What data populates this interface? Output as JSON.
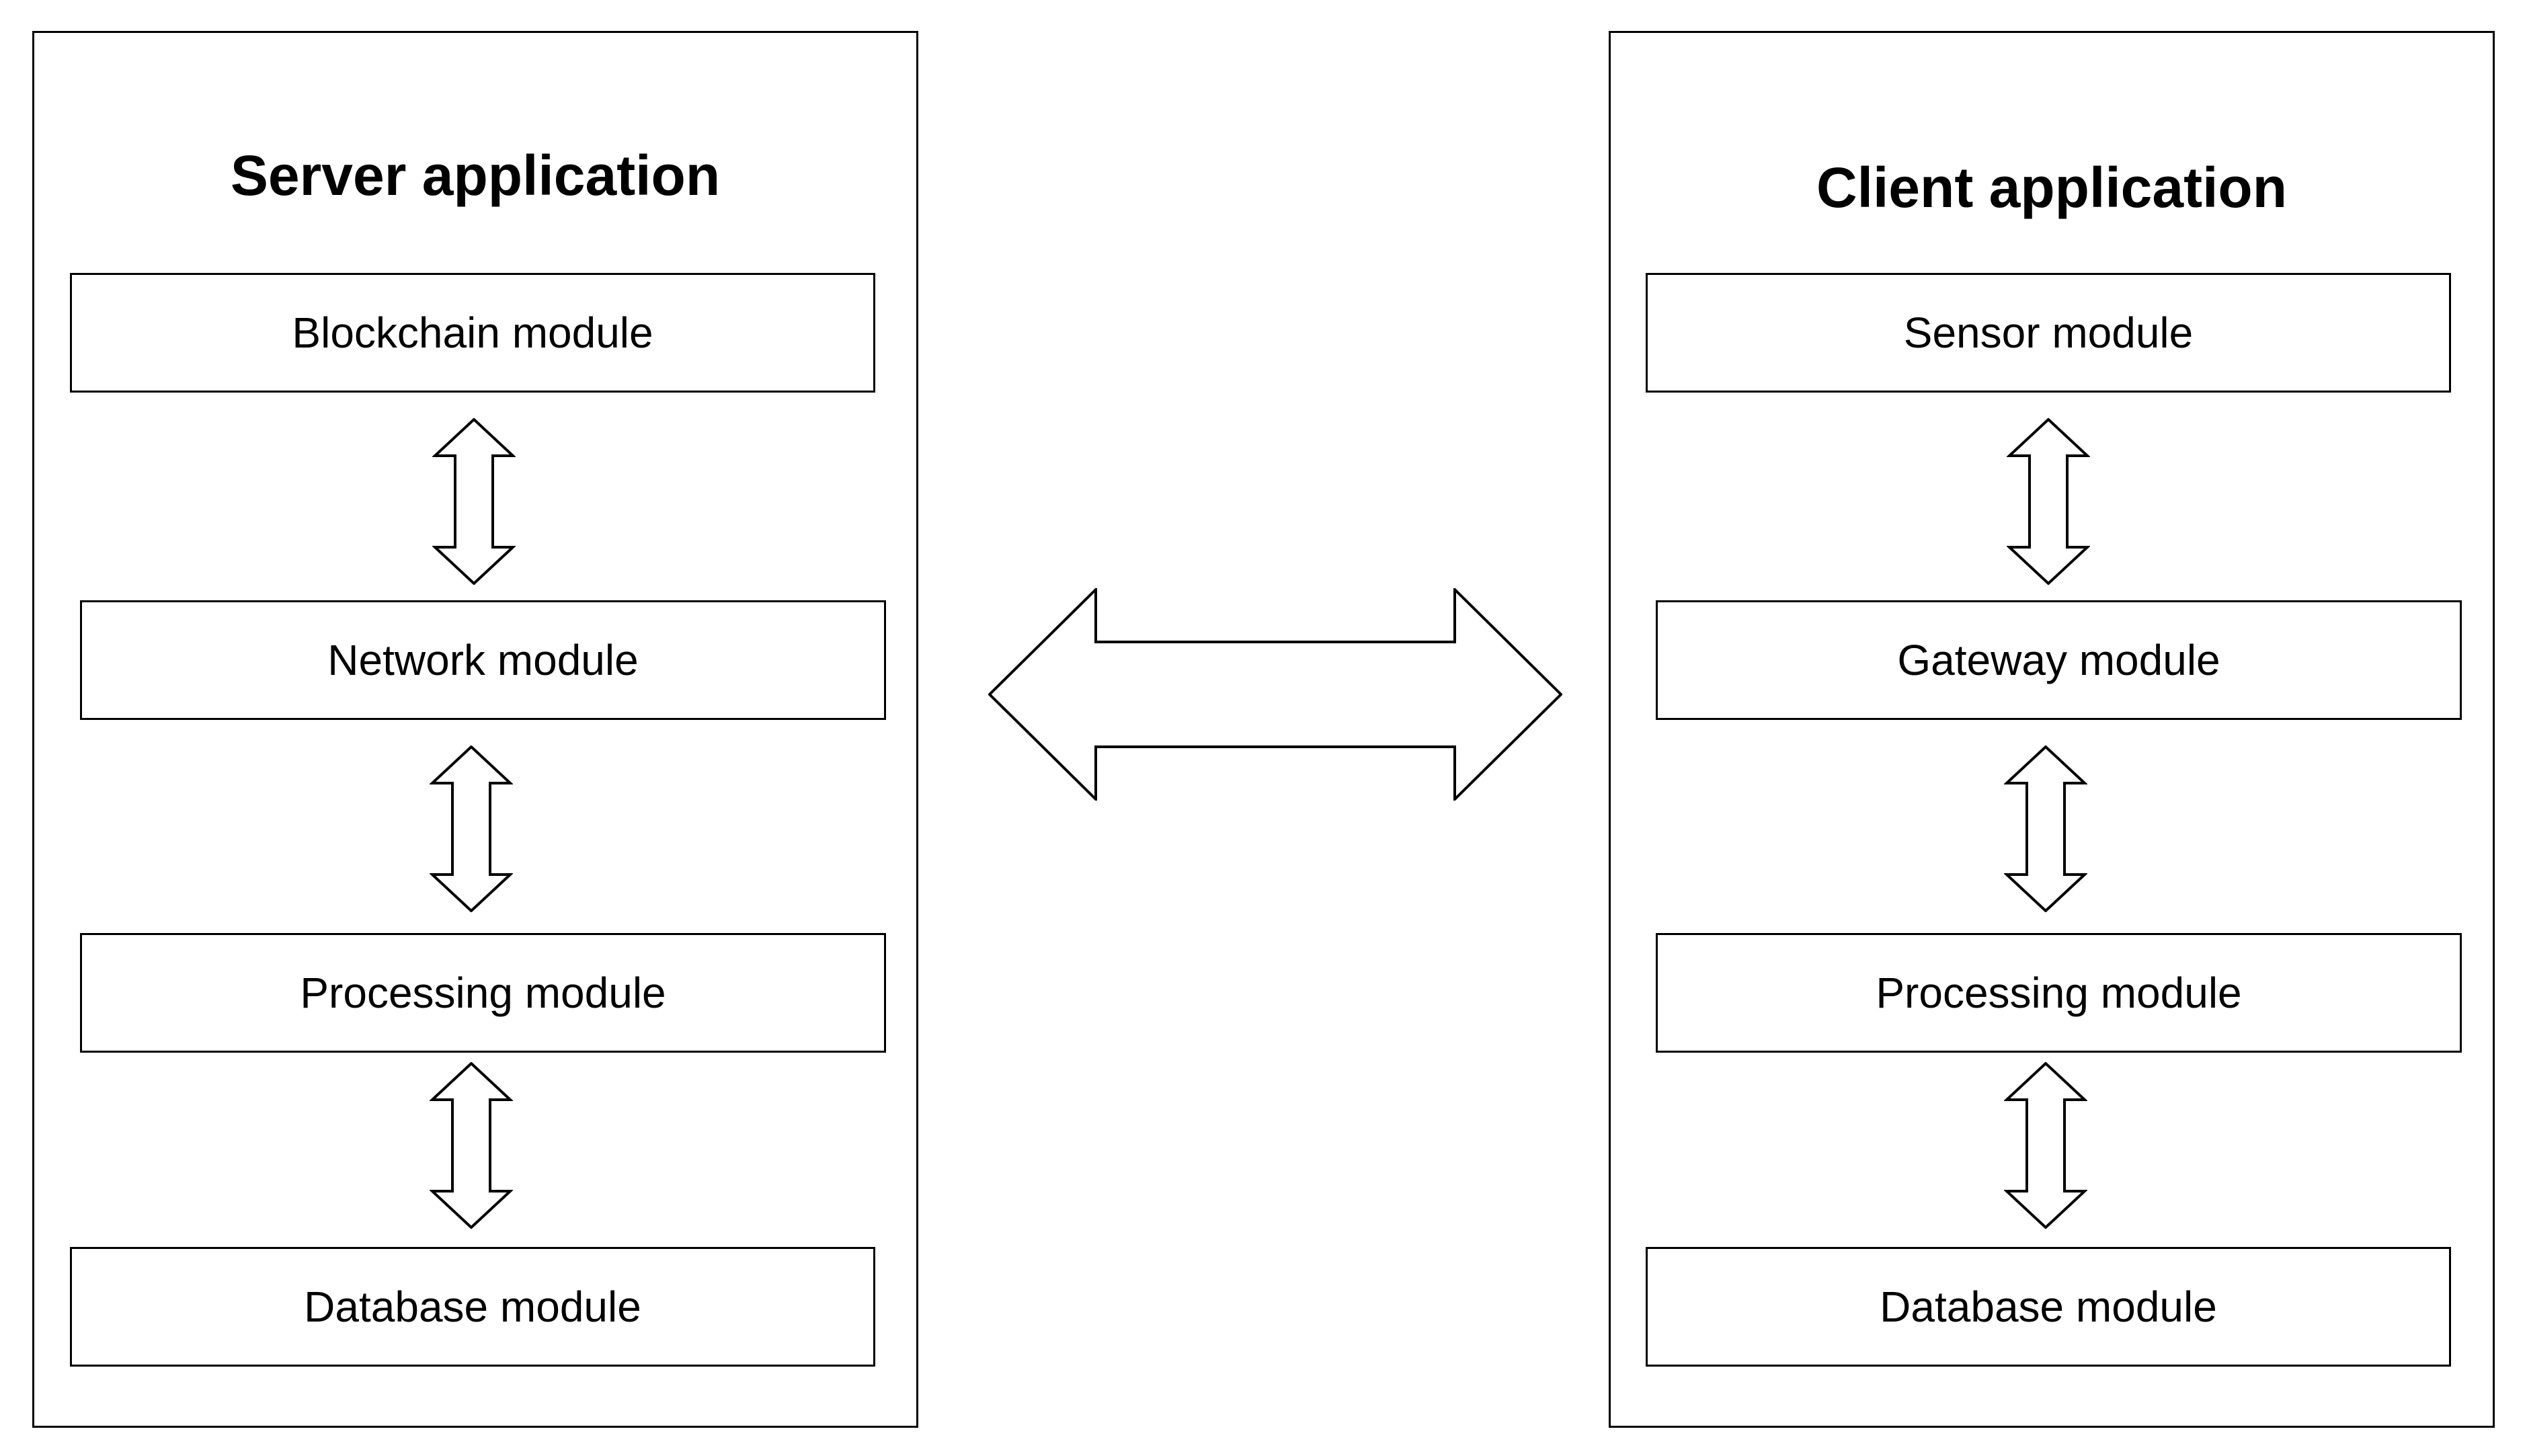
{
  "server": {
    "title": "Server application",
    "modules": [
      "Blockchain module",
      "Network module",
      "Processing module",
      "Database module"
    ]
  },
  "client": {
    "title": "Client application",
    "modules": [
      "Sensor module",
      "Gateway module",
      "Processing module",
      "Database module"
    ]
  },
  "colors": {
    "stroke": "#000000",
    "fill": "#ffffff"
  },
  "icons": {
    "vertical_arrow": "double-headed-vertical-arrow-icon",
    "horizontal_arrow": "double-headed-horizontal-arrow-icon"
  }
}
